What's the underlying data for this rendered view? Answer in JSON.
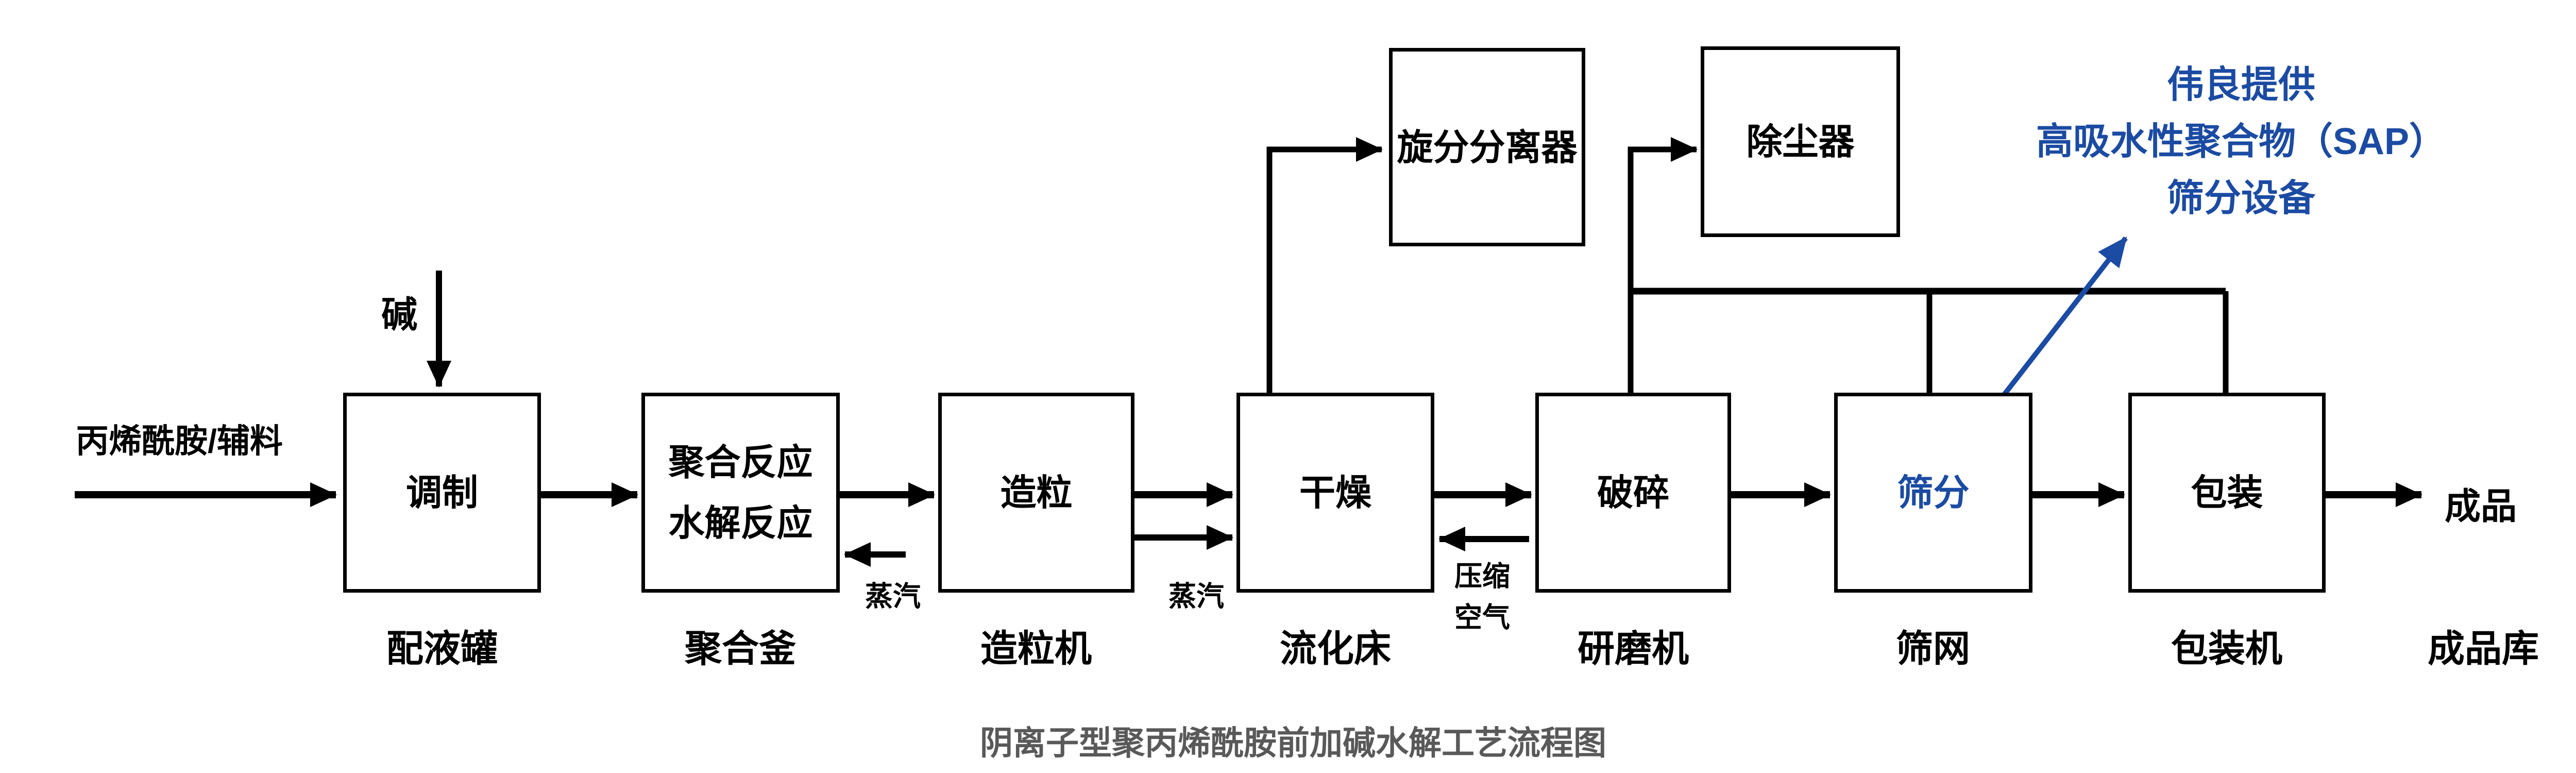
{
  "title": "阴离子型聚丙烯酰胺前加碱水解工艺流程图",
  "colors": {
    "accent_blue": "#1b4ba3",
    "title_gray": "#595959",
    "line_black": "#000000",
    "background": "#ffffff"
  },
  "feed": {
    "input_label": "丙烯酰胺/辅料",
    "alkali_label": "碱",
    "steam_label_1": "蒸汽",
    "steam_label_2": "蒸汽",
    "compressed_air_line1": "压缩",
    "compressed_air_line2": "空气"
  },
  "process_boxes": [
    {
      "label": "调制",
      "equipment": "配液罐"
    },
    {
      "label_line1": "聚合反应",
      "label_line2": "水解反应",
      "equipment": "聚合釜"
    },
    {
      "label": "造粒",
      "equipment": "造粒机"
    },
    {
      "label": "干燥",
      "equipment": "流化床"
    },
    {
      "label": "破碎",
      "equipment": "研磨机"
    },
    {
      "label": "筛分",
      "equipment": "筛网"
    },
    {
      "label": "包装",
      "equipment": "包装机"
    }
  ],
  "top_boxes": [
    {
      "label": "旋分分离器"
    },
    {
      "label": "除尘器"
    }
  ],
  "outputs": {
    "product_label": "成品",
    "warehouse_label": "成品库"
  },
  "annotation": {
    "line1": "伟良提供",
    "line2": "高吸水性聚合物（SAP）",
    "line3": "筛分设备"
  }
}
